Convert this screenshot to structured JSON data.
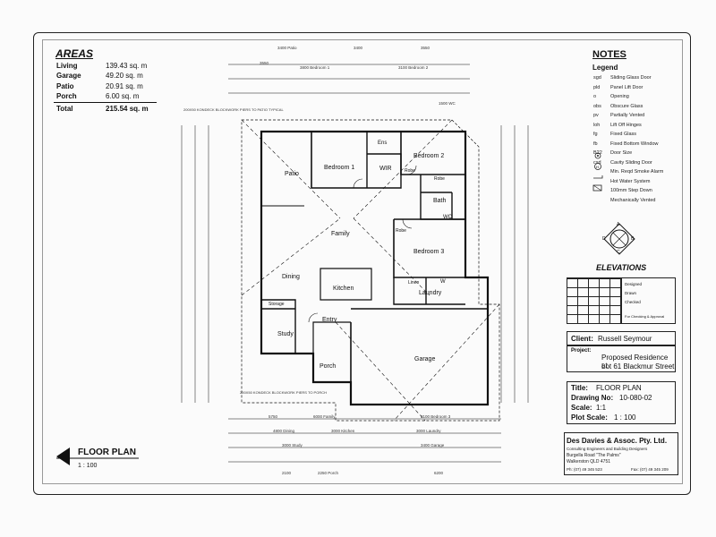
{
  "areas": {
    "title": "AREAS",
    "rows": [
      {
        "name": "Living",
        "value": "139.43 sq. m"
      },
      {
        "name": "Garage",
        "value": "49.20 sq. m"
      },
      {
        "name": "Patio",
        "value": "20.91 sq. m"
      },
      {
        "name": "Porch",
        "value": "6.00 sq. m"
      }
    ],
    "total": {
      "name": "Total",
      "value": "215.54 sq. m"
    }
  },
  "notes": {
    "title": "NOTES",
    "legend_title": "Legend",
    "items": [
      {
        "code": "sgd",
        "text": "Sliding Glass Door"
      },
      {
        "code": "pld",
        "text": "Panel Lift Door"
      },
      {
        "code": "o",
        "text": "Opening"
      },
      {
        "code": "obs",
        "text": "Obscure Glass"
      },
      {
        "code": "pv",
        "text": "Partially Vented"
      },
      {
        "code": "loh",
        "text": "Lift Off Hinges"
      },
      {
        "code": "fg",
        "text": "Fixed Glass"
      },
      {
        "code": "fb",
        "text": "Fixed Bottom Window"
      },
      {
        "code": "B22",
        "text": "Door Size"
      },
      {
        "code": "csd",
        "text": "Cavity Sliding Door"
      },
      {
        "code": "",
        "text": "Min. Reqd Smoke Alarm"
      },
      {
        "code": "",
        "text": "Hot Water System"
      },
      {
        "code": "",
        "text": "100mm Step Down"
      },
      {
        "code": "",
        "text": "Mechanically Vented"
      }
    ]
  },
  "elevations": {
    "title": "ELEVATIONS",
    "marker_letters": [
      "A",
      "B",
      "C",
      "D"
    ]
  },
  "signoff": {
    "rows": [
      "Designed",
      "Drawn",
      "Checked"
    ],
    "note": "For Checking & Approval"
  },
  "client": {
    "label": "Client:",
    "value": "Russell Seymour"
  },
  "project": {
    "label": "Project:",
    "line1": "Proposed Residence at",
    "line2": "Lot 61 Blackmur Street"
  },
  "title_block": {
    "title_label": "Title:",
    "title_value": "FLOOR PLAN",
    "drawing_label": "Drawing No:",
    "drawing_value": "10-080-02",
    "scale_label": "Scale:",
    "scale_value": "1:1",
    "plot_label": "Plot Scale:",
    "plot_value": "1 : 100"
  },
  "company": {
    "name": "Des Davies & Assoc. Pty. Ltd.",
    "tagline": "Consulting Engineers and Building Designers",
    "address1": "Burgella Road \"The Palms\"",
    "address2": "Walkerston QLD 4751",
    "phone": "Ph: (07) 49 345 523",
    "fax": "Fax: (07) 49 345 209"
  },
  "drawing": {
    "title": "FLOOR PLAN",
    "scale": "1 : 100"
  },
  "rooms": {
    "bedroom1": "Bedroom 1",
    "ens": "Ens",
    "wir": "WIR",
    "bedroom2": "Bedroom 2",
    "bath": "Bath",
    "wc": "WC",
    "patio": "Patio",
    "family": "Family",
    "bedroom3": "Bedroom 3",
    "linen": "Linen",
    "laundry": "Laundry",
    "robe": "Robe",
    "robe2": "Robe",
    "robe3": "Robe",
    "dining": "Dining",
    "kitchen": "Kitchen",
    "storage": "Storage",
    "study": "Study",
    "entry": "Entry",
    "porch": "Porch",
    "garage": "Garage",
    "w": "W"
  },
  "dims": {
    "top1": "3400 Patio",
    "top2": "3400",
    "top3": "3550",
    "top4": "3550",
    "top5": "3800 Bedroom 1",
    "top6": "3100 Bedroom 2",
    "top7": "1500 WC",
    "bot1": "5750",
    "bot2": "6000 Family",
    "bot3": "3100 Bedroom 3",
    "bot4": "4800 Dining",
    "bot5": "3000 Kitchen",
    "bot6": "3000 Laundry",
    "bot7": "3000 Study",
    "bot8": "3400 Garage",
    "bot9": "2100",
    "bot10": "2250 Porch",
    "bot11": "6200",
    "note1": "200X50 KONDECK BLOCKWORK PIERS TO PATIO TYPICAL",
    "note2": "200X50 KONDECK BLOCKWORK PIERS TO PORCH"
  }
}
